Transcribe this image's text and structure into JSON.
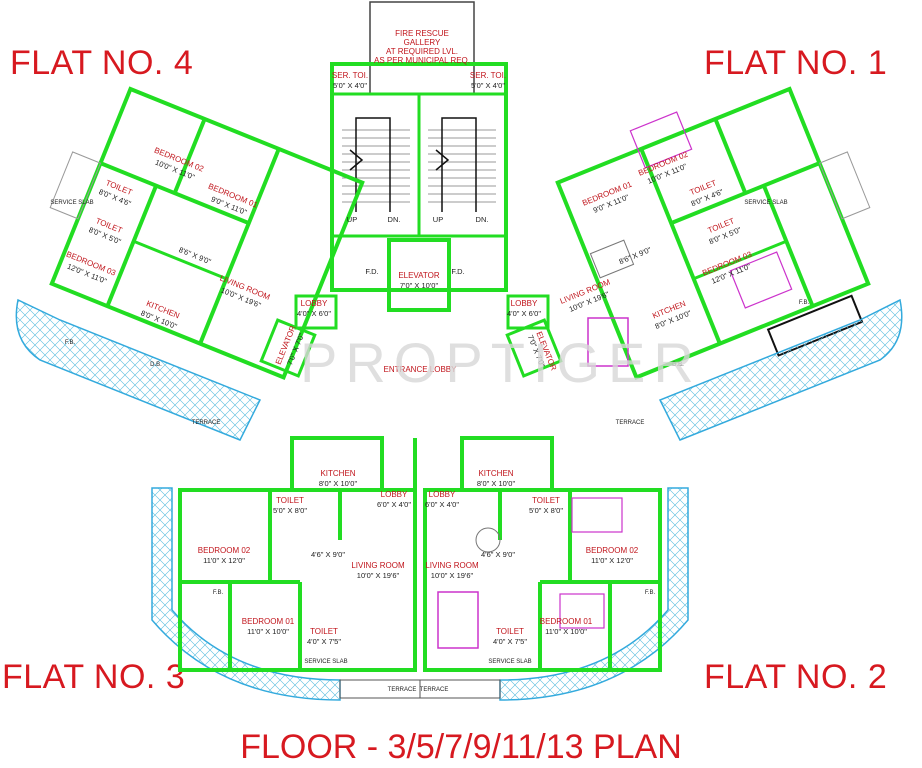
{
  "page": {
    "floor_title": "FLOOR - 3/5/7/9/11/13 PLAN",
    "watermark": "PROPTIGER",
    "colors": {
      "title": "#d71920",
      "wall": "#22dd22",
      "balcony": "#33aadd",
      "room_label": "#c0141b"
    }
  },
  "flats": [
    {
      "title": "FLAT NO. 4",
      "rooms": [
        {
          "name": "BEDROOM 02",
          "size": "10'0\" X 11'0\""
        },
        {
          "name": "BEDROOM 01",
          "size": "9'0\" X 11'0\""
        },
        {
          "name": "TOILET",
          "size": "8'0\" X 4'6\""
        },
        {
          "name": "TOILET",
          "size": "8'0\" X 5'0\""
        },
        {
          "name": "BEDROOM 03",
          "size": "12'0\" X 11'0\""
        },
        {
          "name": "KITCHEN",
          "size": "8'0\" X 10'0\""
        },
        {
          "name": "LIVING ROOM",
          "size": "10'0\" X 19'6\""
        },
        {
          "passage": "8'6\" X 9'0\""
        },
        {
          "name": "LOBBY",
          "size": "4'0\" X 6'0\""
        },
        {
          "name": "ELEVATOR",
          "size": "7'0\" X 7'0\""
        }
      ]
    },
    {
      "title": "FLAT NO. 1",
      "rooms": [
        {
          "name": "BEDROOM 02",
          "size": "10'0\" X 11'0\""
        },
        {
          "name": "BEDROOM 01",
          "size": "9'0\" X 11'0\""
        },
        {
          "name": "TOILET",
          "size": "8'0\" X 4'6\""
        },
        {
          "name": "TOILET",
          "size": "8'0\" X 5'0\""
        },
        {
          "name": "BEDROOM 03",
          "size": "12'0\" X 11'0\""
        },
        {
          "name": "KITCHEN",
          "size": "8'0\" X 10'0\""
        },
        {
          "name": "LIVING ROOM",
          "size": "10'0\" X 19'6\""
        },
        {
          "passage": "8'6\" X 9'0\""
        },
        {
          "name": "LOBBY",
          "size": "4'0\" X 6'0\""
        },
        {
          "name": "ELEVATOR",
          "size": "7'0\" X 7'0\""
        }
      ]
    },
    {
      "title": "FLAT NO. 3",
      "rooms": [
        {
          "name": "KITCHEN",
          "size": "8'0\" X 10'0\""
        },
        {
          "name": "TOILET",
          "size": "5'0\" X 8'0\""
        },
        {
          "name": "LOBBY",
          "size": "6'0\" X 4'0\""
        },
        {
          "name": "BEDROOM 02",
          "size": "11'0\" X 12'0\""
        },
        {
          "name": "LIVING ROOM",
          "size": "10'0\" X 19'6\""
        },
        {
          "passage": "4'6\" X 9'0\""
        },
        {
          "name": "BEDROOM 01",
          "size": "11'0\" X 10'0\""
        },
        {
          "name": "TOILET",
          "size": "4'0\" X 7'5\""
        }
      ]
    },
    {
      "title": "FLAT NO. 2",
      "rooms": [
        {
          "name": "KITCHEN",
          "size": "8'0\" X 10'0\""
        },
        {
          "name": "TOILET",
          "size": "5'0\" X 8'0\""
        },
        {
          "name": "LOBBY",
          "size": "6'0\" X 4'0\""
        },
        {
          "name": "BEDROOM 02",
          "size": "11'0\" X 12'0\""
        },
        {
          "name": "LIVING ROOM",
          "size": "10'0\" X 19'6\""
        },
        {
          "passage": "4'6\" X 9'0\""
        },
        {
          "name": "BEDROOM 01",
          "size": "11'0\" X 10'0\""
        },
        {
          "name": "TOILET",
          "size": "4'0\" X 7'5\""
        }
      ]
    }
  ],
  "core": {
    "fire_gallery": [
      "FIRE RESCUE",
      "GALLERY",
      "AT REQUIRED LVL.",
      "AS PER MUNICIPAL REQ."
    ],
    "ser_toilet_left": {
      "name": "SER. TOI.",
      "size": "5'0\" X 4'0\""
    },
    "ser_toilet_right": {
      "name": "SER. TOI.",
      "size": "5'0\" X 4'0\""
    },
    "stairs": [
      "UP",
      "DN.",
      "UP",
      "DN."
    ],
    "elevator": {
      "name": "ELEVATOR",
      "size": "7'0\" X 10'0\""
    },
    "fd_left": "F.D.",
    "fd_right": "F.D.",
    "entrance_lobby": "ENTRANCE LOBBY"
  },
  "misc_labels": {
    "service_slab": "SERVICE SLAB",
    "terrace": "TERRACE",
    "fb": "F.B.",
    "db": "D.B."
  }
}
